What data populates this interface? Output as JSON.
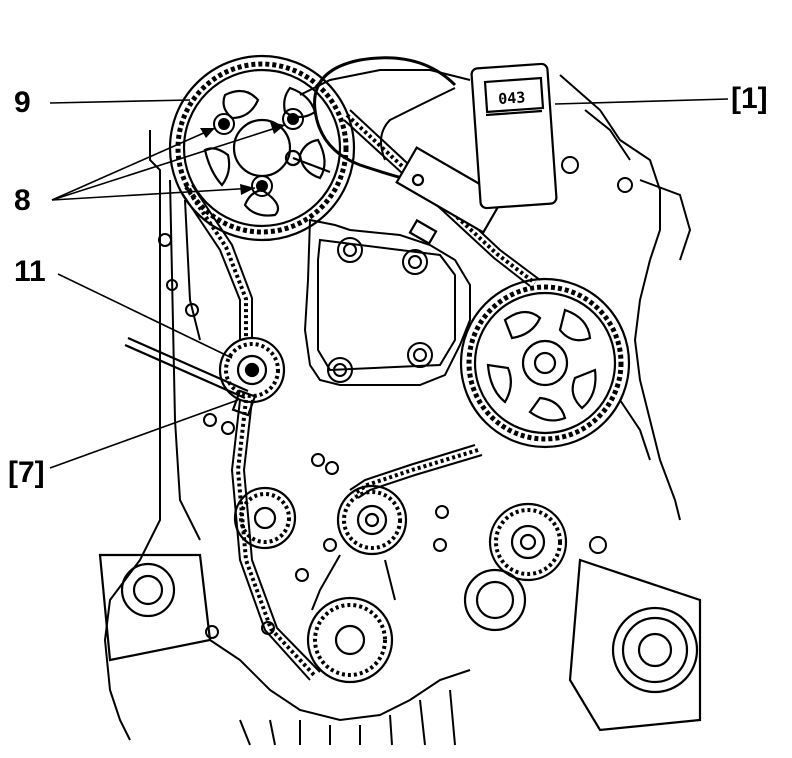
{
  "labels": {
    "part_9": "9",
    "part_8": "8",
    "part_11": "11",
    "part_7": "[7]",
    "part_1": "[1]"
  },
  "gauge": {
    "display_reading": "043"
  },
  "colors": {
    "ink": "#000000",
    "paper": "#ffffff"
  }
}
